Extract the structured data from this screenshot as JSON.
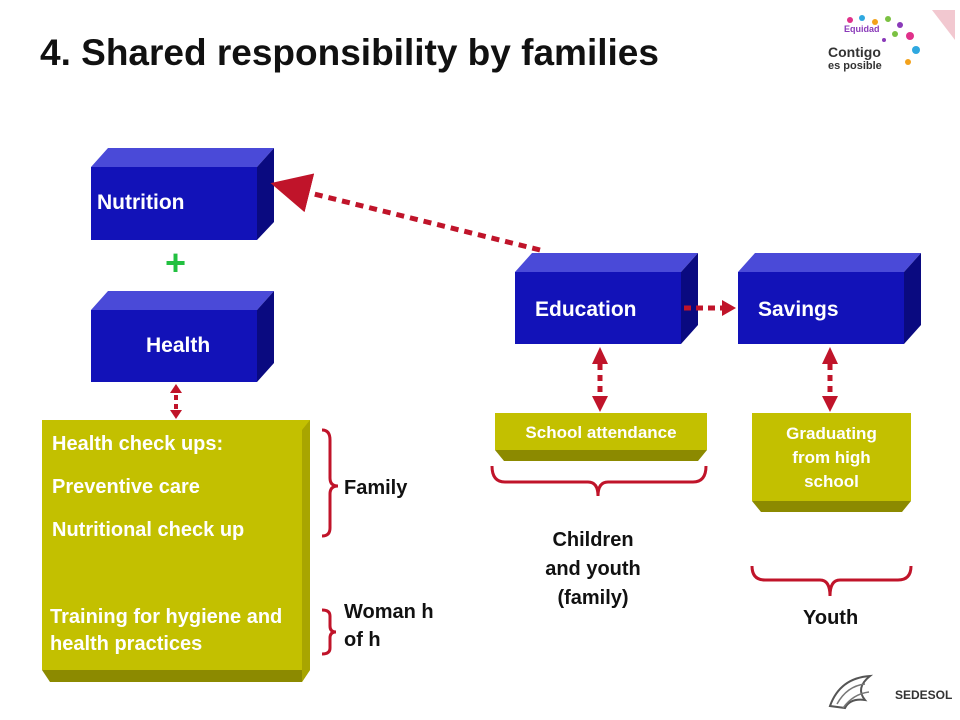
{
  "title": "4. Shared responsibility by families",
  "logo": {
    "line1": "Equidad",
    "line2": "Contigo",
    "line3": "es posible"
  },
  "boxes": {
    "nutrition": "Nutrition",
    "health": "Health",
    "education": "Education",
    "savings": "Savings"
  },
  "plus": "+",
  "health_list": {
    "item1": "Health check ups:",
    "item2": "Preventive care",
    "item3": "Nutritional check up",
    "item4": "Training for hygiene and health practices"
  },
  "school_attendance": "School attendance",
  "graduating": "Graduating from high school",
  "labels": {
    "family": "Family",
    "woman": "Woman h of h",
    "children": "Children and youth (family)",
    "youth": "Youth"
  },
  "footer": {
    "sedesol": "SEDESOL"
  },
  "colors": {
    "blue": "#1212b8",
    "olive": "#c3c000",
    "arrow": "#c0142a",
    "plus": "#22c040"
  }
}
